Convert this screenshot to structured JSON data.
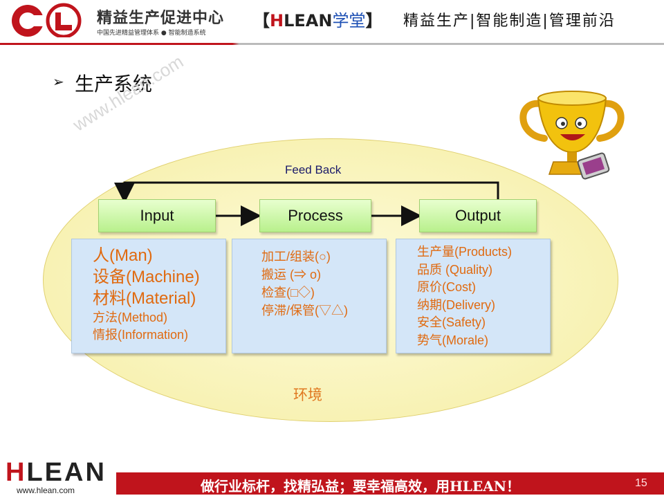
{
  "header": {
    "org_name": "精益生产促进中心",
    "org_sub": "中国先进精益管理体系 ● 智能制造系统",
    "brand_left": "【",
    "brand_h": "H",
    "brand_rest": "LEAN",
    "brand_xt": "学堂",
    "brand_right": "】",
    "tagline": "精益生产|智能制造|管理前沿"
  },
  "slide": {
    "bullet": "➢",
    "title": "生产系统",
    "watermark": "www.hlean.com"
  },
  "diagram": {
    "feedback": "Feed Back",
    "boxes": [
      {
        "label": "Input"
      },
      {
        "label": "Process"
      },
      {
        "label": "Output"
      }
    ],
    "input_items": [
      "人(Man)",
      "设备(Machine)",
      "材料(Material)",
      "方法(Method)",
      "情报(Information)"
    ],
    "process_items": [
      "加工/组装(○)",
      "搬运 (⇒ o)",
      "检查(□◇)",
      "停滞/保管(▽△)"
    ],
    "output_items": [
      "生产量(Products)",
      "品质 (Quality)",
      "原价(Cost)",
      "纳期(Delivery)",
      "安全(Safety)",
      "势气(Morale)"
    ],
    "environment": "环境"
  },
  "footer": {
    "logo_h": "H",
    "logo_rest": "LEAN",
    "url": "www.hlean.com",
    "slogan": "做行业标杆，找精弘益；要幸福高效，用HLEAN！",
    "page": "15"
  },
  "colors": {
    "brand_red": "#c0141c",
    "detail_text": "#e06a10",
    "process_green": "#b8f08c",
    "detail_blue": "#d4e6f8"
  }
}
